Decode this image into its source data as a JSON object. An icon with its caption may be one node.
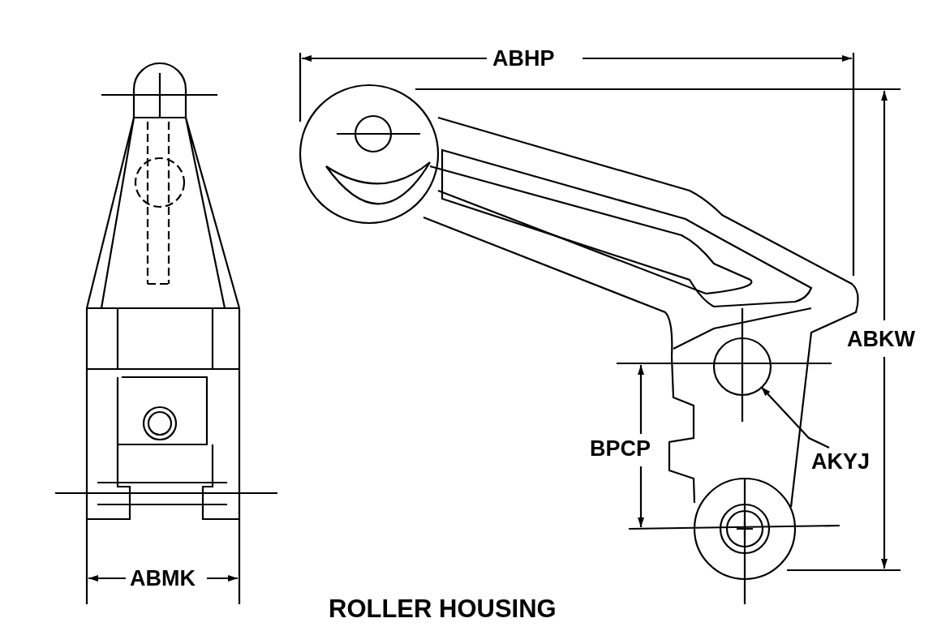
{
  "diagram": {
    "title": "ROLLER HOUSING",
    "nodes": [
      {
        "text": [
          "AKYJ"
        ]
      },
      {
        "text": [],
        "shape": "circle"
      }
    ],
    "edges": [
      {
        "from": 0,
        "to": 1,
        "arrow": "to"
      }
    ],
    "labels": [
      "ABHP",
      "ABKW",
      "BPCP",
      "ABMK"
    ]
  }
}
